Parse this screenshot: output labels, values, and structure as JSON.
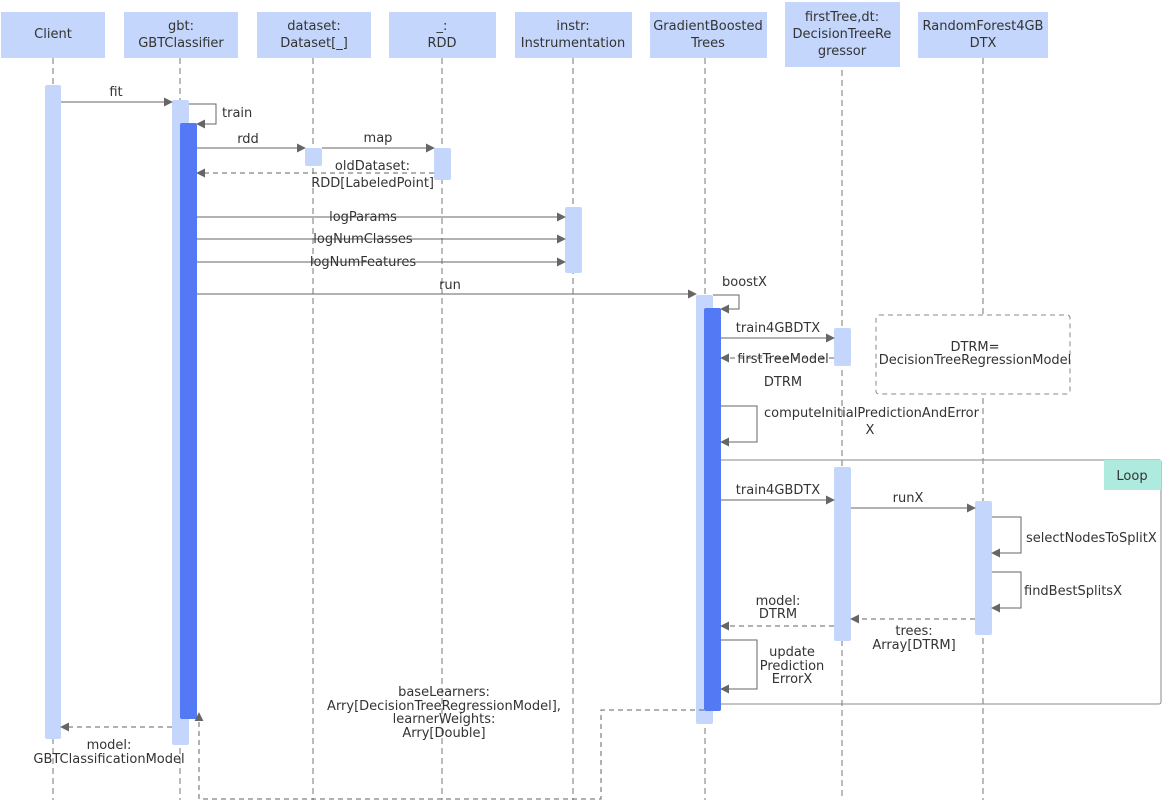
{
  "participants": [
    {
      "id": "client",
      "lines": [
        "Client"
      ]
    },
    {
      "id": "gbt",
      "lines": [
        "gbt:",
        "GBTClassifier"
      ]
    },
    {
      "id": "dataset",
      "lines": [
        "dataset:",
        "Dataset[_]"
      ]
    },
    {
      "id": "rdd",
      "lines": [
        "_:",
        "RDD"
      ]
    },
    {
      "id": "instr",
      "lines": [
        "instr:",
        "Instrumentation"
      ]
    },
    {
      "id": "gbtrees",
      "lines": [
        "GradientBoosted",
        "Trees"
      ]
    },
    {
      "id": "firsttree",
      "lines": [
        "firstTree,dt:",
        "DecisionTreeRe",
        "gressor"
      ]
    },
    {
      "id": "rf",
      "lines": [
        "RandomForest4GB",
        "DTX"
      ]
    }
  ],
  "messages": {
    "fit": "fit",
    "train": "train",
    "rdd": "rdd",
    "map": "map",
    "old_dataset": [
      "oldDataset:",
      "RDD[LabeledPoint]"
    ],
    "log_params": "logParams",
    "log_num_classes": "logNumClasses",
    "log_num_features": "logNumFeatures",
    "run": "run",
    "boost": "boostX",
    "train4gbdtx_1": "train4GBDTX",
    "first_tree_model": [
      "firstTreeModel",
      "DTRM"
    ],
    "compute_initial": [
      "computeInitialPredictionAndError",
      "X"
    ],
    "train4gbdtx_2": "train4GBDTX",
    "run_x": "runX",
    "select_nodes": "selectNodesToSplitX",
    "find_best_splits": "findBestSplitsX",
    "trees_return": [
      "trees:",
      "Array[DTRM]"
    ],
    "model_return": [
      "model:",
      "DTRM"
    ],
    "update_prediction": [
      "update",
      "Prediction",
      "ErrorX"
    ],
    "base_learners": [
      "baseLearners:",
      "Arry[DecisionTreeRegressionModel],",
      "learnerWeights:",
      "Arry[Double]"
    ],
    "final_model": [
      "model:",
      "GBTClassificationModel"
    ]
  },
  "note": [
    "DTRM=",
    "DecisionTreeRegressionModel"
  ],
  "loop_label": "Loop",
  "colors": {
    "participant_fill": "#c4d6fb",
    "activation_light": "#c4d6fb",
    "activation_dark": "#5479f5",
    "loop_tag": "#aeeadd",
    "line": "#666666"
  }
}
